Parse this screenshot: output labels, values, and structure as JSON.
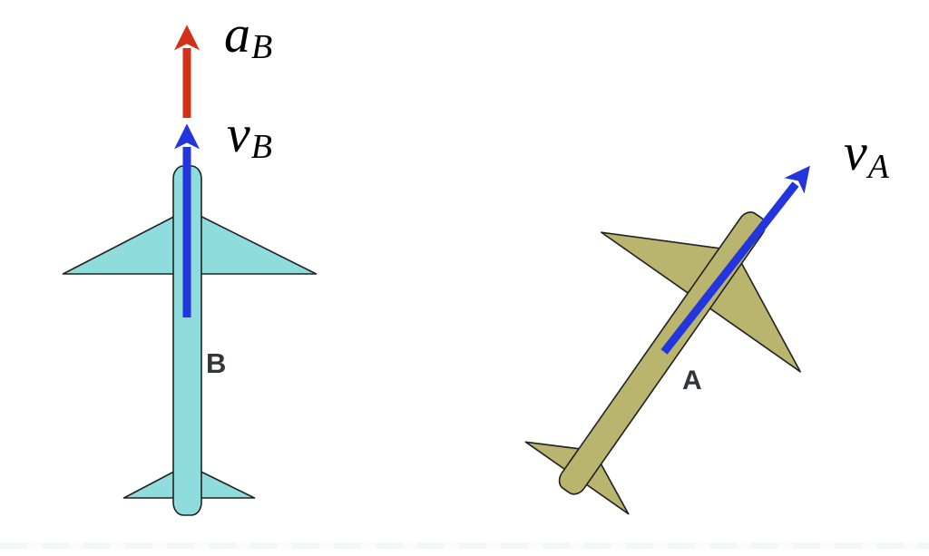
{
  "scene": {
    "background": "#ffffff",
    "description": "Two airplanes with velocity and acceleration vectors"
  },
  "colors": {
    "plane_b_fill": "#8edcdc",
    "plane_a_fill": "#b9b46e",
    "plane_outline": "#222222",
    "velocity_arrow_blue": "#2336de",
    "acceleration_arrow_red": "#d33117",
    "math_label": "#000000",
    "plane_letter": "#32353c"
  },
  "labels": {
    "plane_b_acceleration": {
      "symbol": "a",
      "subscript": "B"
    },
    "plane_b_velocity": {
      "symbol": "v",
      "subscript": "B"
    },
    "plane_a_velocity": {
      "symbol": "v",
      "subscript": "A"
    },
    "plane_b_name": "B",
    "plane_a_name": "A"
  }
}
